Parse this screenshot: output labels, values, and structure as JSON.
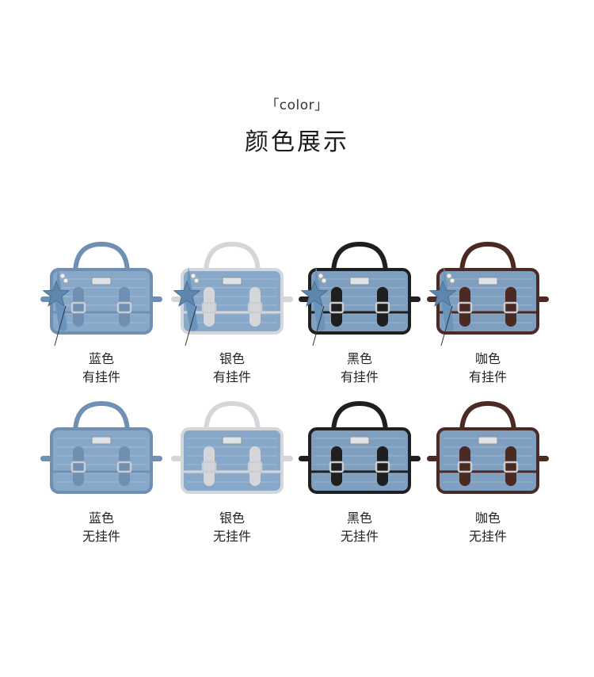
{
  "header": {
    "tag": "「color」",
    "title": "颜色展示"
  },
  "products": [
    {
      "color": "蓝色",
      "charm": "有挂件",
      "trim": "#6f90b3",
      "body": "#88a8c9",
      "charm_on": true
    },
    {
      "color": "银色",
      "charm": "有挂件",
      "trim": "#d4d6d9",
      "body": "#88a8c9",
      "charm_on": true
    },
    {
      "color": "黑色",
      "charm": "有挂件",
      "trim": "#1f1f1f",
      "body": "#7f9fc0",
      "charm_on": true
    },
    {
      "color": "咖色",
      "charm": "有挂件",
      "trim": "#4a2a22",
      "body": "#7f9fc0",
      "charm_on": true
    },
    {
      "color": "蓝色",
      "charm": "无挂件",
      "trim": "#6f90b3",
      "body": "#88a8c9",
      "charm_on": false
    },
    {
      "color": "银色",
      "charm": "无挂件",
      "trim": "#d4d6d9",
      "body": "#88a8c9",
      "charm_on": false
    },
    {
      "color": "黑色",
      "charm": "无挂件",
      "trim": "#1f1f1f",
      "body": "#7f9fc0",
      "charm_on": false
    },
    {
      "color": "咖色",
      "charm": "无挂件",
      "trim": "#4a2a22",
      "body": "#7f9fc0",
      "charm_on": false
    }
  ]
}
